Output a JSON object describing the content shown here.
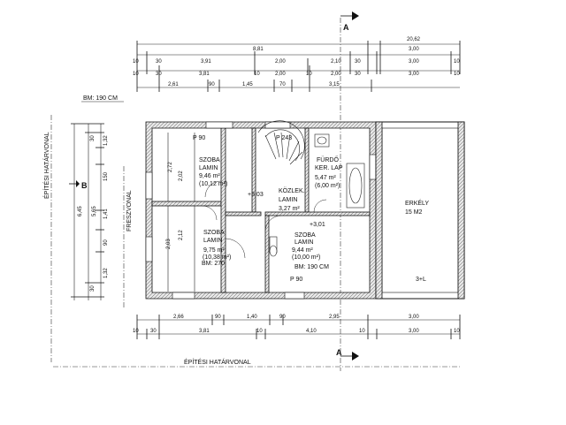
{
  "section": {
    "marker": "A"
  },
  "axis": {
    "marker": "B"
  },
  "dims_top": {
    "total": "20,62",
    "row1": [
      "8,81",
      "3,00"
    ],
    "row2": [
      "10",
      "30",
      "3,91",
      "2,00",
      "2,10",
      "30",
      "3,00",
      "10"
    ],
    "row3": [
      "10",
      "30",
      "3,81",
      "10",
      "2,00",
      "10",
      "2,00",
      "30",
      "3,00",
      "10"
    ],
    "row4": [
      "2,61",
      "90",
      "1,45",
      "70",
      "3,15"
    ]
  },
  "dims_bottom": {
    "row1": [
      "2,66",
      "90",
      "1,40",
      "90",
      "2,95",
      "3,00"
    ],
    "row2": [
      "10",
      "30",
      "3,81",
      "10",
      "4,10",
      "10",
      "3,00",
      "10"
    ]
  },
  "dims_left": {
    "outer": [
      "6,45"
    ],
    "mid": [
      "5,65"
    ],
    "inner": [
      "30",
      "1,32",
      "150",
      "1,41",
      "90",
      "1,32",
      "30"
    ],
    "small": [
      "2,72",
      "2,02",
      "2,03",
      "2,12"
    ]
  },
  "labels": {
    "bm_top": "BM: 190 CM",
    "bm_mid": "BM: 270",
    "bm_bot": "BM: 190 CM",
    "boundary_left": "ÉPÍTÉSI HATÁRVONAL",
    "boundary_bottom": "ÉPÍTÉSI HATÁRVONAL",
    "fireproof": "FRESZVONAL",
    "p90a": "P 90",
    "p243": "P 243",
    "p90b": "P 90",
    "lev1": "+3,03",
    "lev2": "+3,01",
    "balcony_tag": "3+L"
  },
  "rooms": [
    {
      "name": "SZOBA",
      "floor": "LAMIN",
      "area": "9,46 m²",
      "area2": "(10,12 m²)"
    },
    {
      "name": "SZOBA",
      "floor": "LAMIN",
      "area": "9,75 m²",
      "area2": "(10,38 m²)"
    },
    {
      "name": "KÖZLEK.",
      "floor": "LAMIN",
      "area": "3,27 m²",
      "area2": ""
    },
    {
      "name": "FÜRDŐ",
      "floor": "KER. LAP",
      "area": "5,47 m²",
      "area2": "(6,00 m²)"
    },
    {
      "name": "SZOBA",
      "floor": "LAMIN",
      "area": "9,44 m²",
      "area2": "(10,00 m²)"
    },
    {
      "name": "ERKÉLY",
      "floor": "",
      "area": "15 M2",
      "area2": ""
    }
  ]
}
